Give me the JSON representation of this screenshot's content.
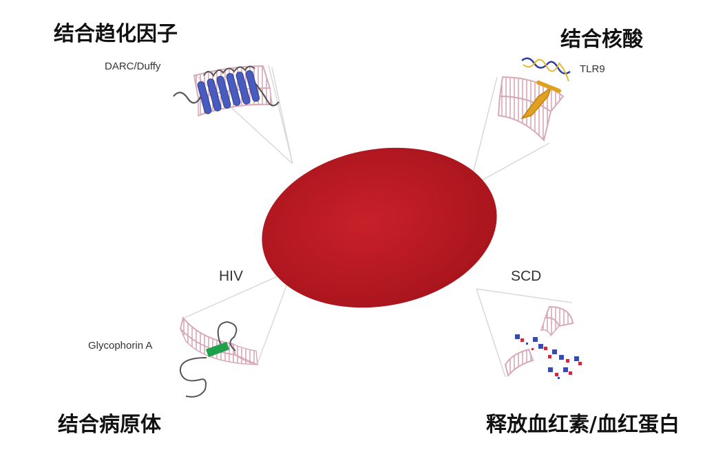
{
  "headings": {
    "top_left": "结合趋化因子",
    "top_right": "结合核酸",
    "bottom_left": "结合病原体",
    "bottom_right": "释放血红素/血红蛋白"
  },
  "labels": {
    "darc": "DARC/Duffy",
    "tlr9": "TLR9",
    "hiv": "HIV",
    "scd": "SCD",
    "glycophorin": "Glycophorin A"
  },
  "colors": {
    "cell": "#c01a22",
    "membrane": "#d9a9b6",
    "darc_protein": "#4a5bbf",
    "tlr9_protein": "#e0a020",
    "dna_blue": "#2c3f9e",
    "dna_yellow": "#e8b830",
    "glycophorin_protein": "#1fa04a",
    "heme_blue": "#3a4aa8",
    "heme_red": "#c03040"
  }
}
